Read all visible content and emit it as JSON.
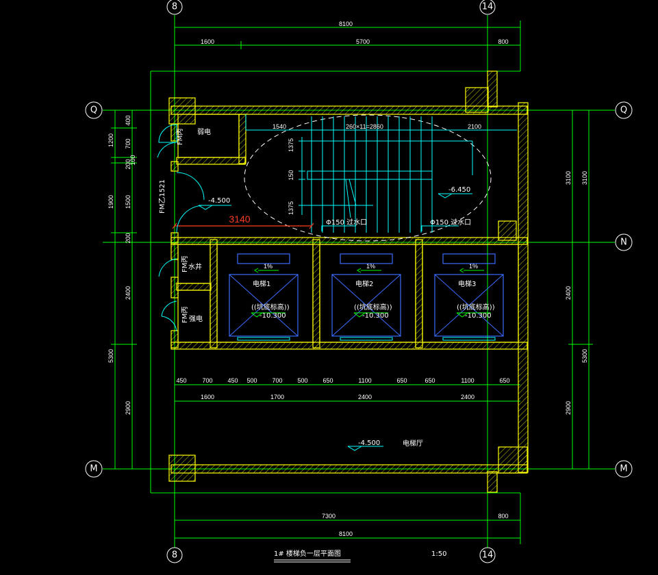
{
  "drawing": {
    "title": "1# 楼梯负一层平面图",
    "scale": "1:50"
  },
  "axes": {
    "col_left": "8",
    "col_right": "14",
    "row_top": "Q",
    "row_mid": "N",
    "row_bottom": "M"
  },
  "dims_top": {
    "overall": "8100",
    "seg1": "1600",
    "seg2": "5700",
    "seg3": "800"
  },
  "dims_bottom": {
    "overall": "8100",
    "seg1": "7300",
    "seg2": "800"
  },
  "dims_left": {
    "outer_top": "1200",
    "outer_mid": "1900",
    "outer_bottom": "5300",
    "inner_1": "400",
    "inner_2": "700",
    "inner_3": "200",
    "inner_4": "100",
    "inner_5": "1500",
    "inner_6": "200",
    "inner_7": "2400",
    "inner_8": "2900"
  },
  "dims_right": {
    "r1": "3100",
    "r2": "3100",
    "r3": "2400",
    "r4": "2900",
    "r5": "5300"
  },
  "dims_row1": [
    "450",
    "700",
    "450",
    "500",
    "700",
    "500",
    "650",
    "1100",
    "650",
    "650",
    "1100",
    "650"
  ],
  "dims_row2": [
    "1600",
    "1700",
    "2400",
    "2400"
  ],
  "stair": {
    "dim_left": "1540",
    "dim_mid": "260×11=2860",
    "dim_right": "2100",
    "v1": "1375",
    "v2": "150",
    "v3": "1375",
    "level": "-6.450",
    "drain_left": "Φ150 过水口",
    "drain_right": "Φ150 过水口"
  },
  "rooms": {
    "ruodian": "弱电",
    "shuijing": "水井",
    "qiangdian": "强电",
    "hall": "电梯厅",
    "door_fm1": "FM丙",
    "door_fm2": "FM乙1521",
    "door_fm3": "FM丙",
    "door_fm4": "FM丙"
  },
  "levels": {
    "corridor": "-4.500",
    "hall": "-4.500"
  },
  "red_dim": "3140",
  "elevators": [
    {
      "name": "电梯1",
      "note": "((坑底标高))",
      "level": "-10.300",
      "slope": "1%"
    },
    {
      "name": "电梯2",
      "note": "((坑底标高))",
      "level": "-10.300",
      "slope": "1%"
    },
    {
      "name": "电梯3",
      "note": "((坑底标高))",
      "level": "-10.300",
      "slope": "1%"
    }
  ]
}
